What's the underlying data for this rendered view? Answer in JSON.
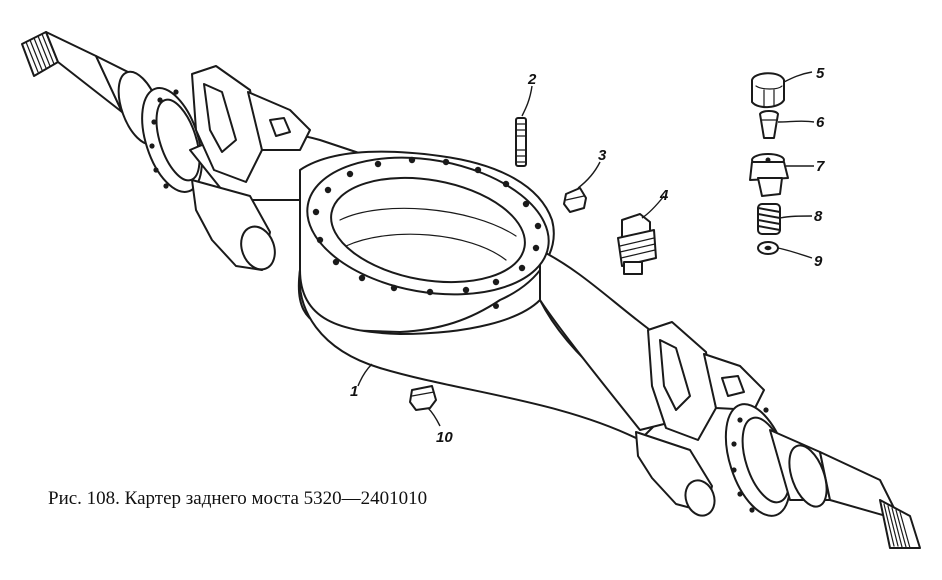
{
  "caption": "Рис. 108. Картер заднего моста 5320—2401010",
  "callouts": [
    {
      "id": "1",
      "label": "1"
    },
    {
      "id": "2",
      "label": "2"
    },
    {
      "id": "3",
      "label": "3"
    },
    {
      "id": "4",
      "label": "4"
    },
    {
      "id": "5",
      "label": "5"
    },
    {
      "id": "6",
      "label": "6"
    },
    {
      "id": "7",
      "label": "7"
    },
    {
      "id": "8",
      "label": "8"
    },
    {
      "id": "9",
      "label": "9"
    },
    {
      "id": "10",
      "label": "10"
    }
  ],
  "colors": {
    "ink": "#1a1a1a",
    "paper": "#ffffff"
  }
}
